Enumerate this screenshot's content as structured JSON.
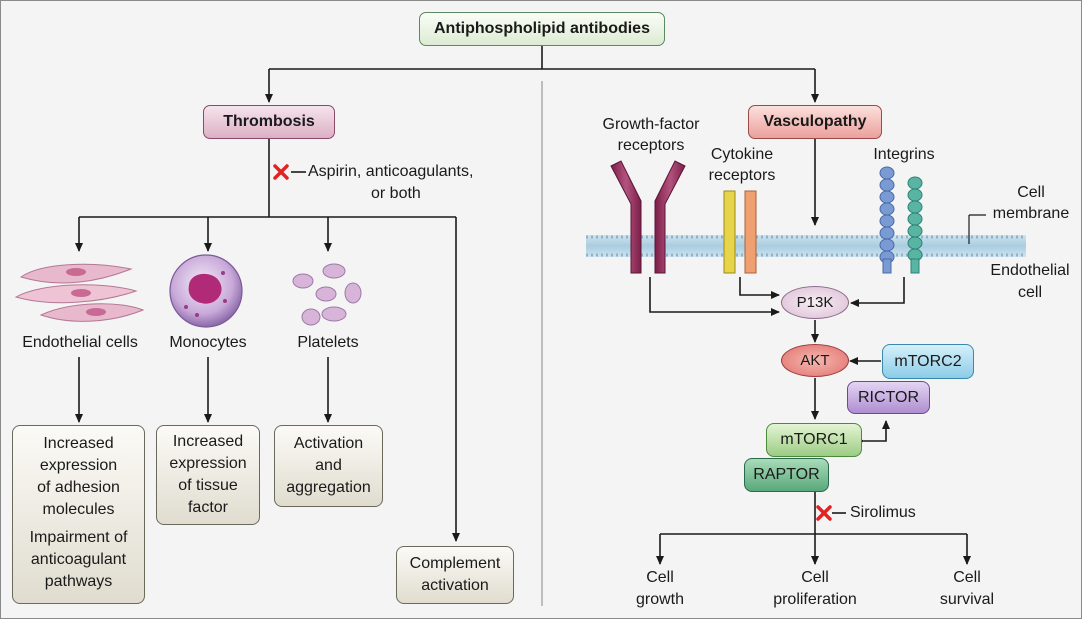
{
  "title": "Antiphospholipid antibodies",
  "thrombosis": {
    "label": "Thrombosis",
    "inhibitor": [
      "Aspirin, anticoagulants,",
      "or both"
    ],
    "branches": [
      {
        "cell": "Endothelial cells",
        "effect": [
          "Increased",
          "expression",
          "of adhesion",
          "molecules"
        ],
        "effect2": [
          "Impairment of",
          "anticoagulant",
          "pathways"
        ]
      },
      {
        "cell": "Monocytes",
        "effect": [
          "Increased",
          "expression",
          "of tissue",
          "factor"
        ]
      },
      {
        "cell": "Platelets",
        "effect": [
          "Activation",
          "and",
          "aggregation"
        ]
      }
    ],
    "complement": [
      "Complement",
      "activation"
    ]
  },
  "vasculopathy": {
    "label": "Vasculopathy",
    "growth_factor_receptors": [
      "Growth-factor",
      "receptors"
    ],
    "cytokine_receptors": [
      "Cytokine",
      "receptors"
    ],
    "integrins": "Integrins",
    "cell_membrane": [
      "Cell",
      "membrane"
    ],
    "endothelial_cell": [
      "Endothelial",
      "cell"
    ],
    "pi3k": "P13K",
    "akt": "AKT",
    "mtorc2": "mTORC2",
    "rictor": "RICTOR",
    "mtorc1": "mTORC1",
    "raptor": "RAPTOR",
    "inhibitor": "Sirolimus",
    "outcomes": [
      [
        "Cell",
        "growth"
      ],
      [
        "Cell",
        "proliferation"
      ],
      [
        "Cell",
        "survival"
      ]
    ]
  },
  "colors": {
    "thrombosis": "#dcb0c4",
    "vasculopathy": "#eba09c",
    "akt": "#e8807c",
    "mtorc2": "#9ad4ec",
    "rictor": "#b89ad4",
    "mtorc1": "#a8d490",
    "raptor": "#6ab48a",
    "pi3k": "#e6d0e0",
    "inhibit": "#e02424"
  }
}
